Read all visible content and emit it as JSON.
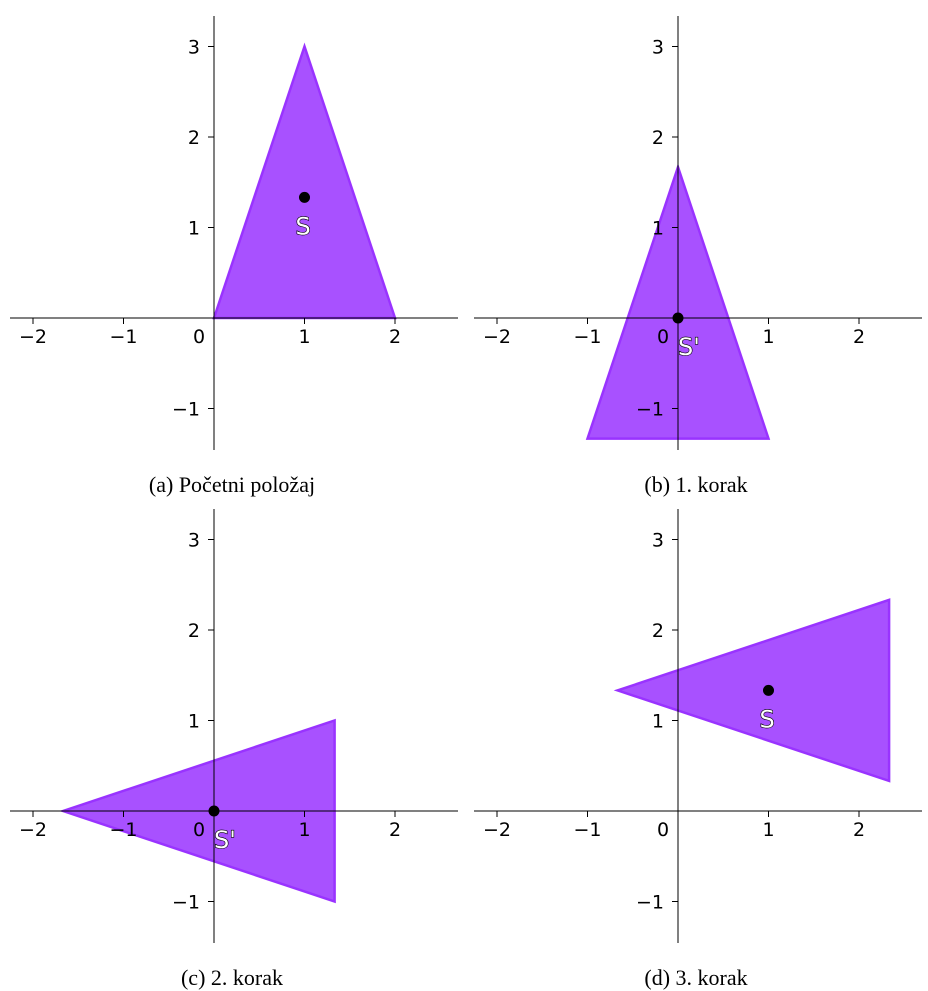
{
  "figure": {
    "polygon_fill": "#9933ff",
    "polygon_stroke": "#9933ff",
    "point_color": "#000000",
    "axis_color": "#000000",
    "x_ticks": [
      -2,
      -1,
      0,
      1,
      2
    ],
    "y_ticks": [
      -1,
      1,
      2,
      3
    ],
    "panels": [
      {
        "id": "a",
        "caption": "(a) Početni položaj",
        "triangle": [
          [
            0,
            0
          ],
          [
            2,
            0
          ],
          [
            1,
            3
          ]
        ],
        "point": {
          "x": 1,
          "y": 1.333,
          "label": "S"
        }
      },
      {
        "id": "b",
        "caption": "(b) 1. korak",
        "triangle": [
          [
            -1,
            -1.333
          ],
          [
            1,
            -1.333
          ],
          [
            0,
            1.667
          ]
        ],
        "point": {
          "x": 0,
          "y": 0,
          "label": "S'"
        }
      },
      {
        "id": "c",
        "caption": "(c) 2. korak",
        "triangle": [
          [
            1.333,
            -1
          ],
          [
            1.333,
            1
          ],
          [
            -1.667,
            0
          ]
        ],
        "point": {
          "x": 0,
          "y": 0,
          "label": "S'"
        }
      },
      {
        "id": "d",
        "caption": "(d) 3. korak",
        "triangle": [
          [
            2.333,
            0.333
          ],
          [
            2.333,
            2.333
          ],
          [
            -0.667,
            1.333
          ]
        ],
        "point": {
          "x": 1,
          "y": 1.333,
          "label": "S"
        }
      }
    ]
  }
}
